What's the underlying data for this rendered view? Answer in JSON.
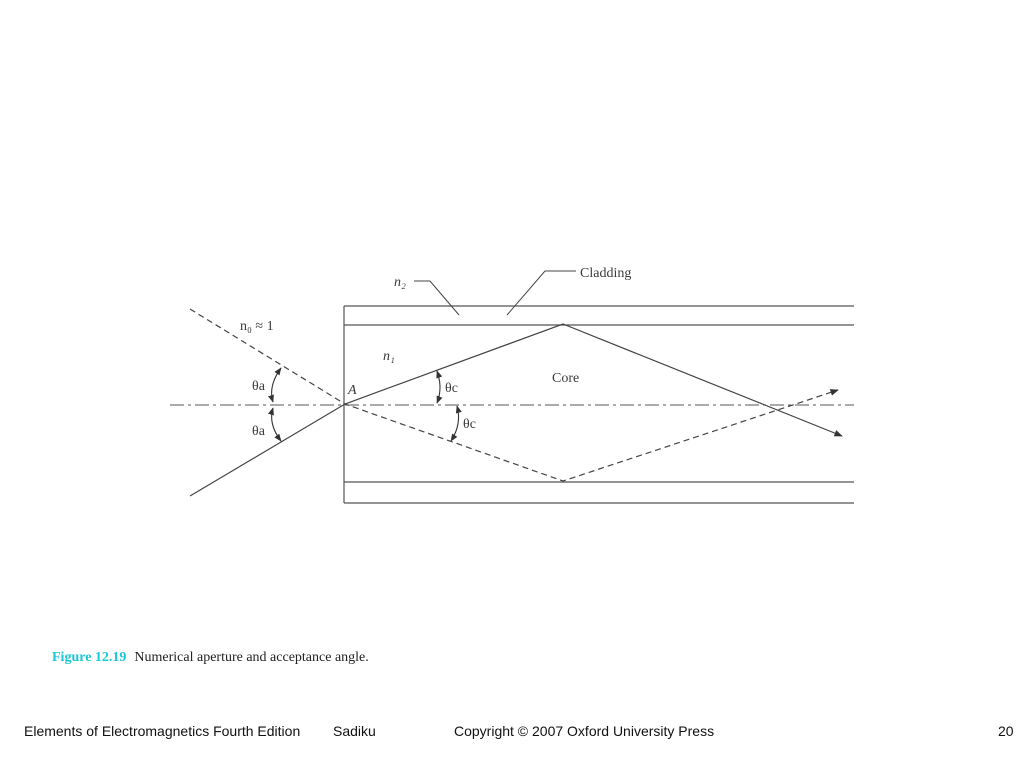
{
  "diagram": {
    "labels": {
      "n0": "n₀ ≈ 1",
      "n1": "n₁",
      "n2": "n₂",
      "cladding": "Cladding",
      "core": "Core",
      "point_a": "A",
      "theta_a_upper": "θa",
      "theta_a_lower": "θa",
      "theta_c_upper": "θc",
      "theta_c_lower": "θc"
    }
  },
  "caption": {
    "figure_number": "Figure 12.19",
    "text": "Numerical aperture and acceptance angle."
  },
  "footer": {
    "book_title": "Elements of Electromagnetics Fourth Edition",
    "author": "Sadiku",
    "copyright": "Copyright © 2007 Oxford University Press",
    "page_number": "20"
  }
}
